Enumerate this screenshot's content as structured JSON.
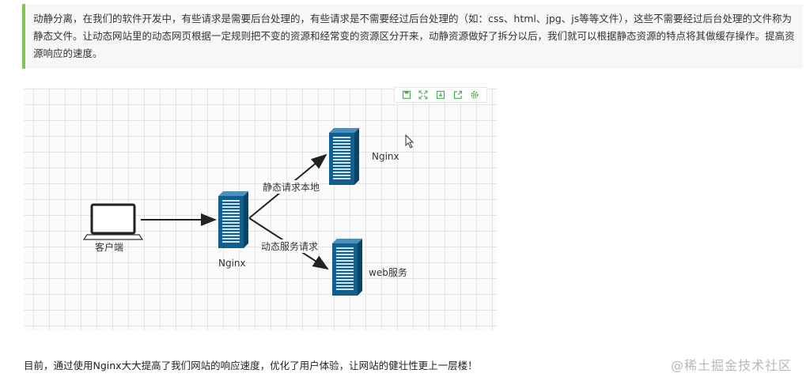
{
  "quote": {
    "text": "动静分离，在我们的软件开发中，有些请求是需要后台处理的，有些请求是不需要经过后台处理的（如：css、html、jpg、js等等文件），这些不需要经过后台处理的文件称为静态文件。让动态网站里的动态网页根据一定规则把不变的资源和经常变的资源区分开来，动静资源做好了拆分以后，我们就可以根据静态资源的特点将其做缓存操作。提高资源响应的速度。",
    "accent_color": "#82c35a"
  },
  "toolbar": {
    "buttons": [
      "save-icon",
      "fullscreen-icon",
      "download-icon",
      "share-icon",
      "settings-icon"
    ],
    "icon_color": "#4caf50"
  },
  "diagram": {
    "client_label": "客户端",
    "proxy_label": "Nginx",
    "static_server_label": "Nginx",
    "dynamic_server_label": "web服务",
    "static_edge_label": "静态请求本地",
    "dynamic_edge_label": "动态服务请求",
    "server_color": "#0f5f8f"
  },
  "footer": {
    "text": "目前，通过使用Nginx大大提高了我们网站的响应速度，优化了用户体验，让网站的健壮性更上一层楼！"
  },
  "watermark": "@稀土掘金技术社区"
}
